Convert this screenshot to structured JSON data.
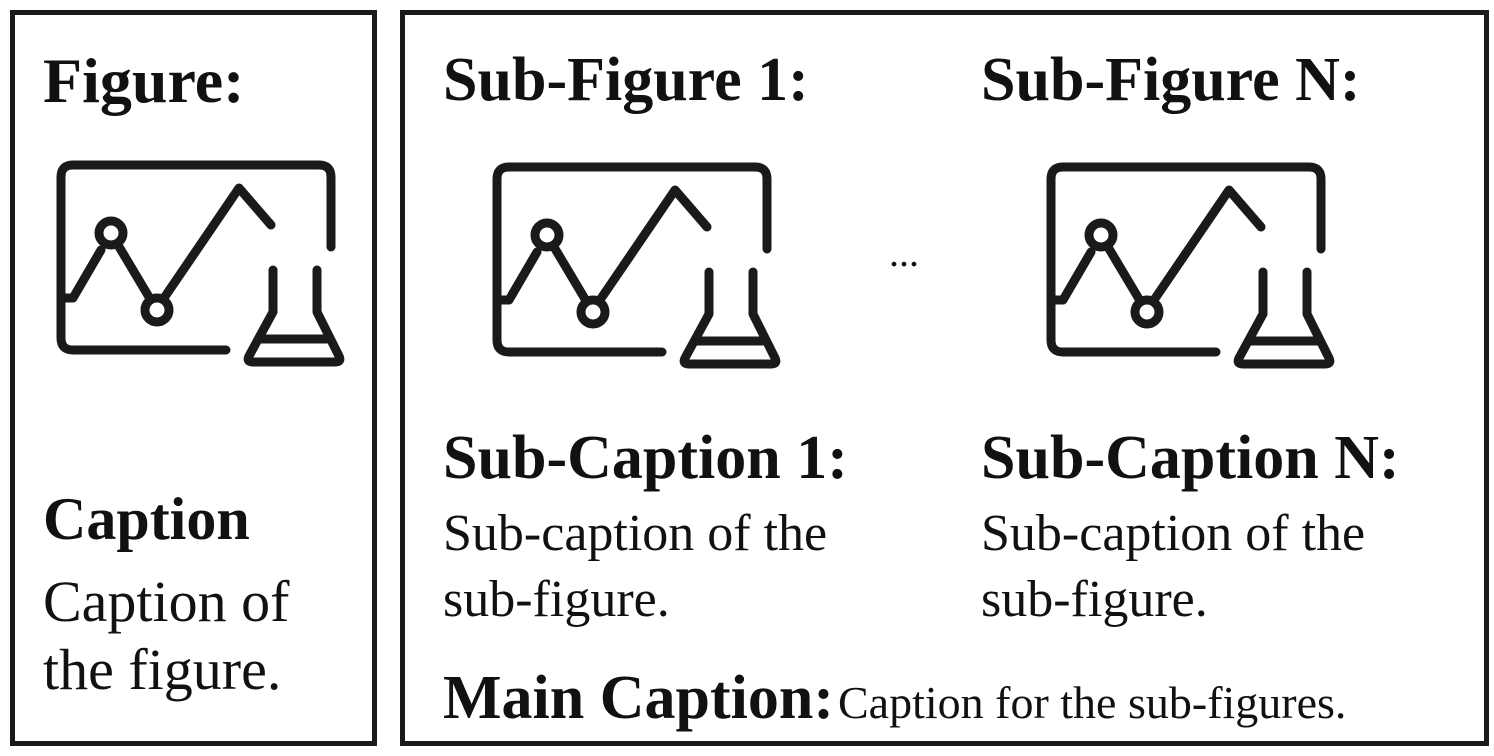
{
  "left": {
    "figure_label": "Figure:",
    "caption_title": "Caption",
    "caption_line1": "Caption of",
    "caption_line2": "the figure."
  },
  "right": {
    "subfig_1_label": "Sub-Figure 1:",
    "subfig_n_label": "Sub-Figure N:",
    "ellipsis": "...",
    "subcap_1_label": "Sub-Caption 1:",
    "subcap_1_line1": "Sub-caption of the",
    "subcap_1_line2": "sub-figure.",
    "subcap_n_label": "Sub-Caption N:",
    "subcap_n_line1": "Sub-caption of the",
    "subcap_n_line2": "sub-figure.",
    "main_caption_label": "Main Caption:",
    "main_caption_text": "Caption for the sub-figures."
  },
  "icons": {
    "figure_icon": "chart-flask-icon"
  }
}
